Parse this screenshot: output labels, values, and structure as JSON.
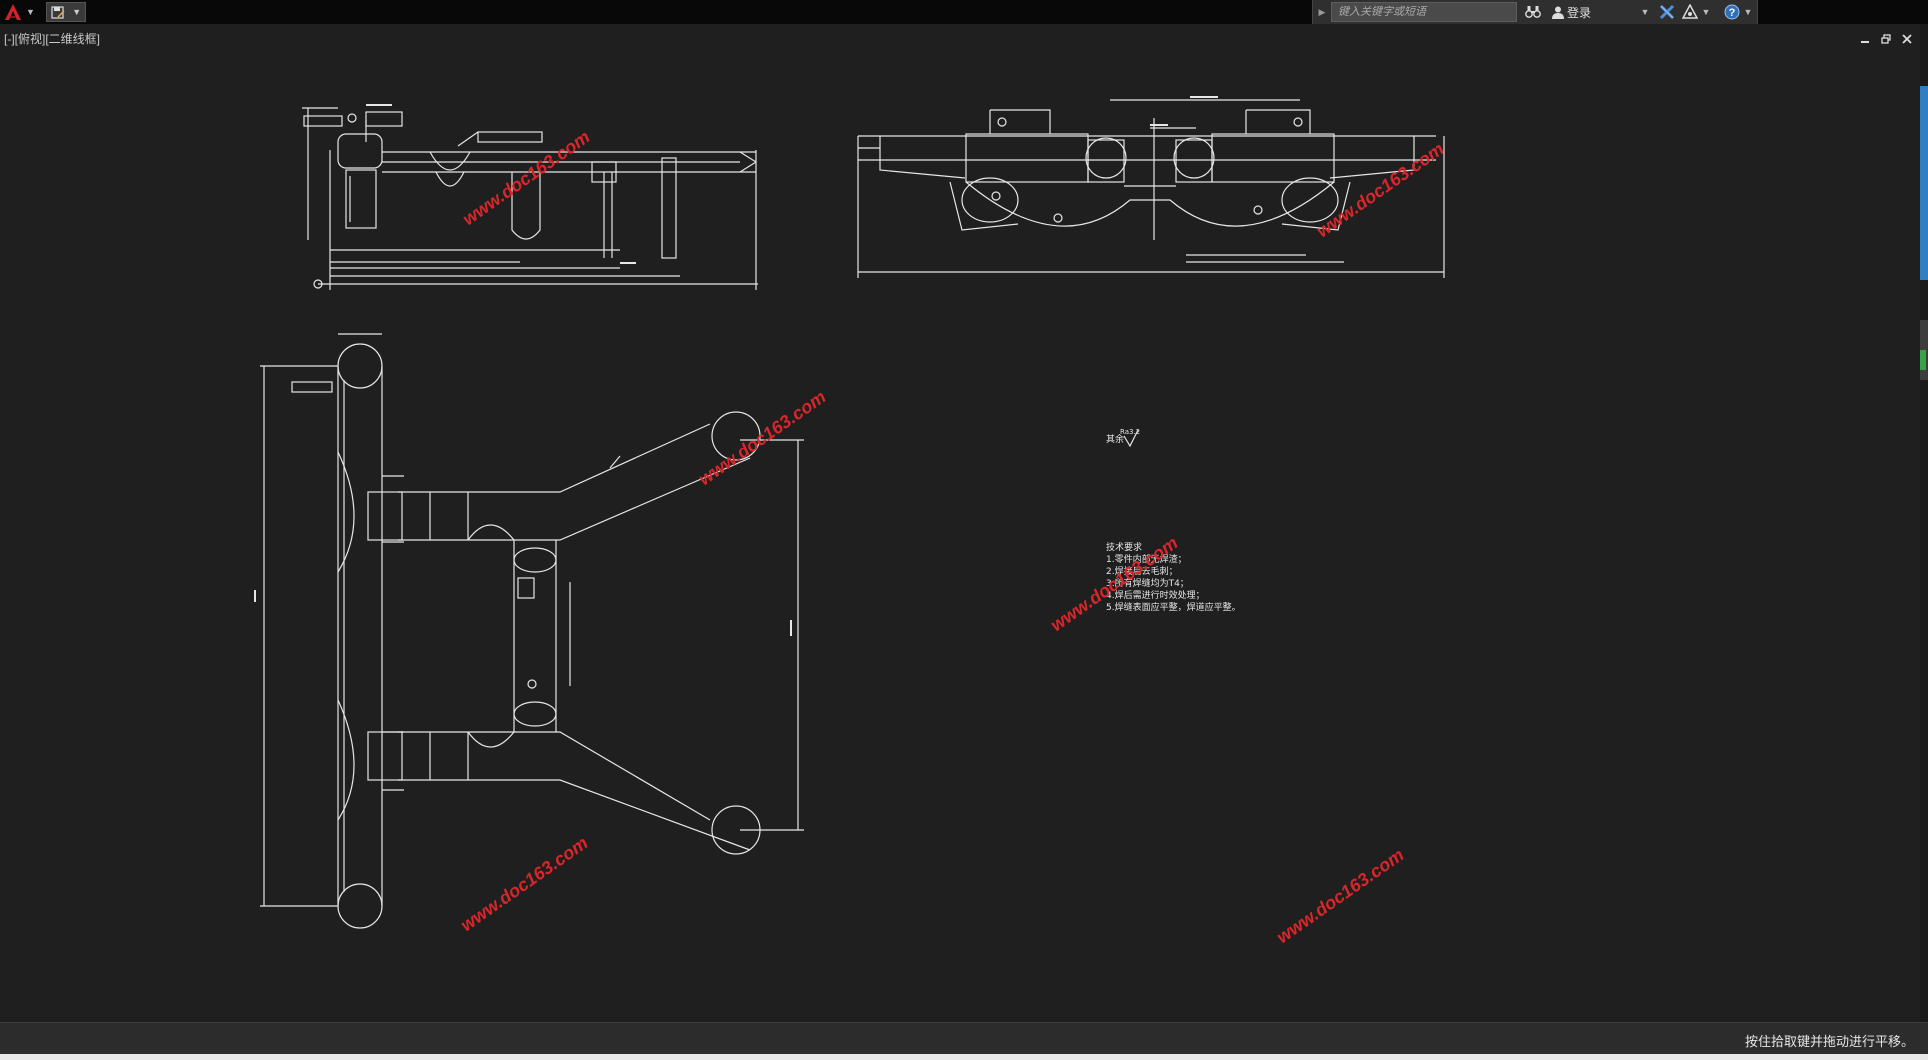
{
  "title_bar": {
    "search": {
      "placeholder": "键入关键字或短语"
    },
    "sign_in_label": "登录"
  },
  "viewport": {
    "label_parts": [
      "[-]",
      "[俯视]",
      "[二维线框]"
    ]
  },
  "drawing": {
    "annotations": {
      "surface_roughness": "其余",
      "roughness_symbol": "Ra3.2",
      "tech_req_title": "技术要求",
      "tech_req_lines": [
        "1.零件内部无焊渣；",
        "2.焊接后去毛刺；",
        "3.所有焊缝均为T4；",
        "4.焊后需进行时效处理；",
        "5.焊缝表面应平整，焊道应平整。"
      ]
    },
    "watermark_text": "www.doc163.com"
  },
  "status_bar": {
    "message": "按住拾取键并拖动进行平移。"
  },
  "colors": {
    "background": "#1f1f1f",
    "linework": "#e6e6e6",
    "watermark": "#d8262a",
    "scrollbar_accent": "#2f7fc2"
  },
  "icons": [
    "autocad-logo-icon",
    "save-icon",
    "binoculars-icon",
    "user-icon",
    "exchange-icon",
    "autodesk360-icon",
    "help-icon",
    "minimize-icon",
    "restore-icon",
    "close-icon"
  ]
}
